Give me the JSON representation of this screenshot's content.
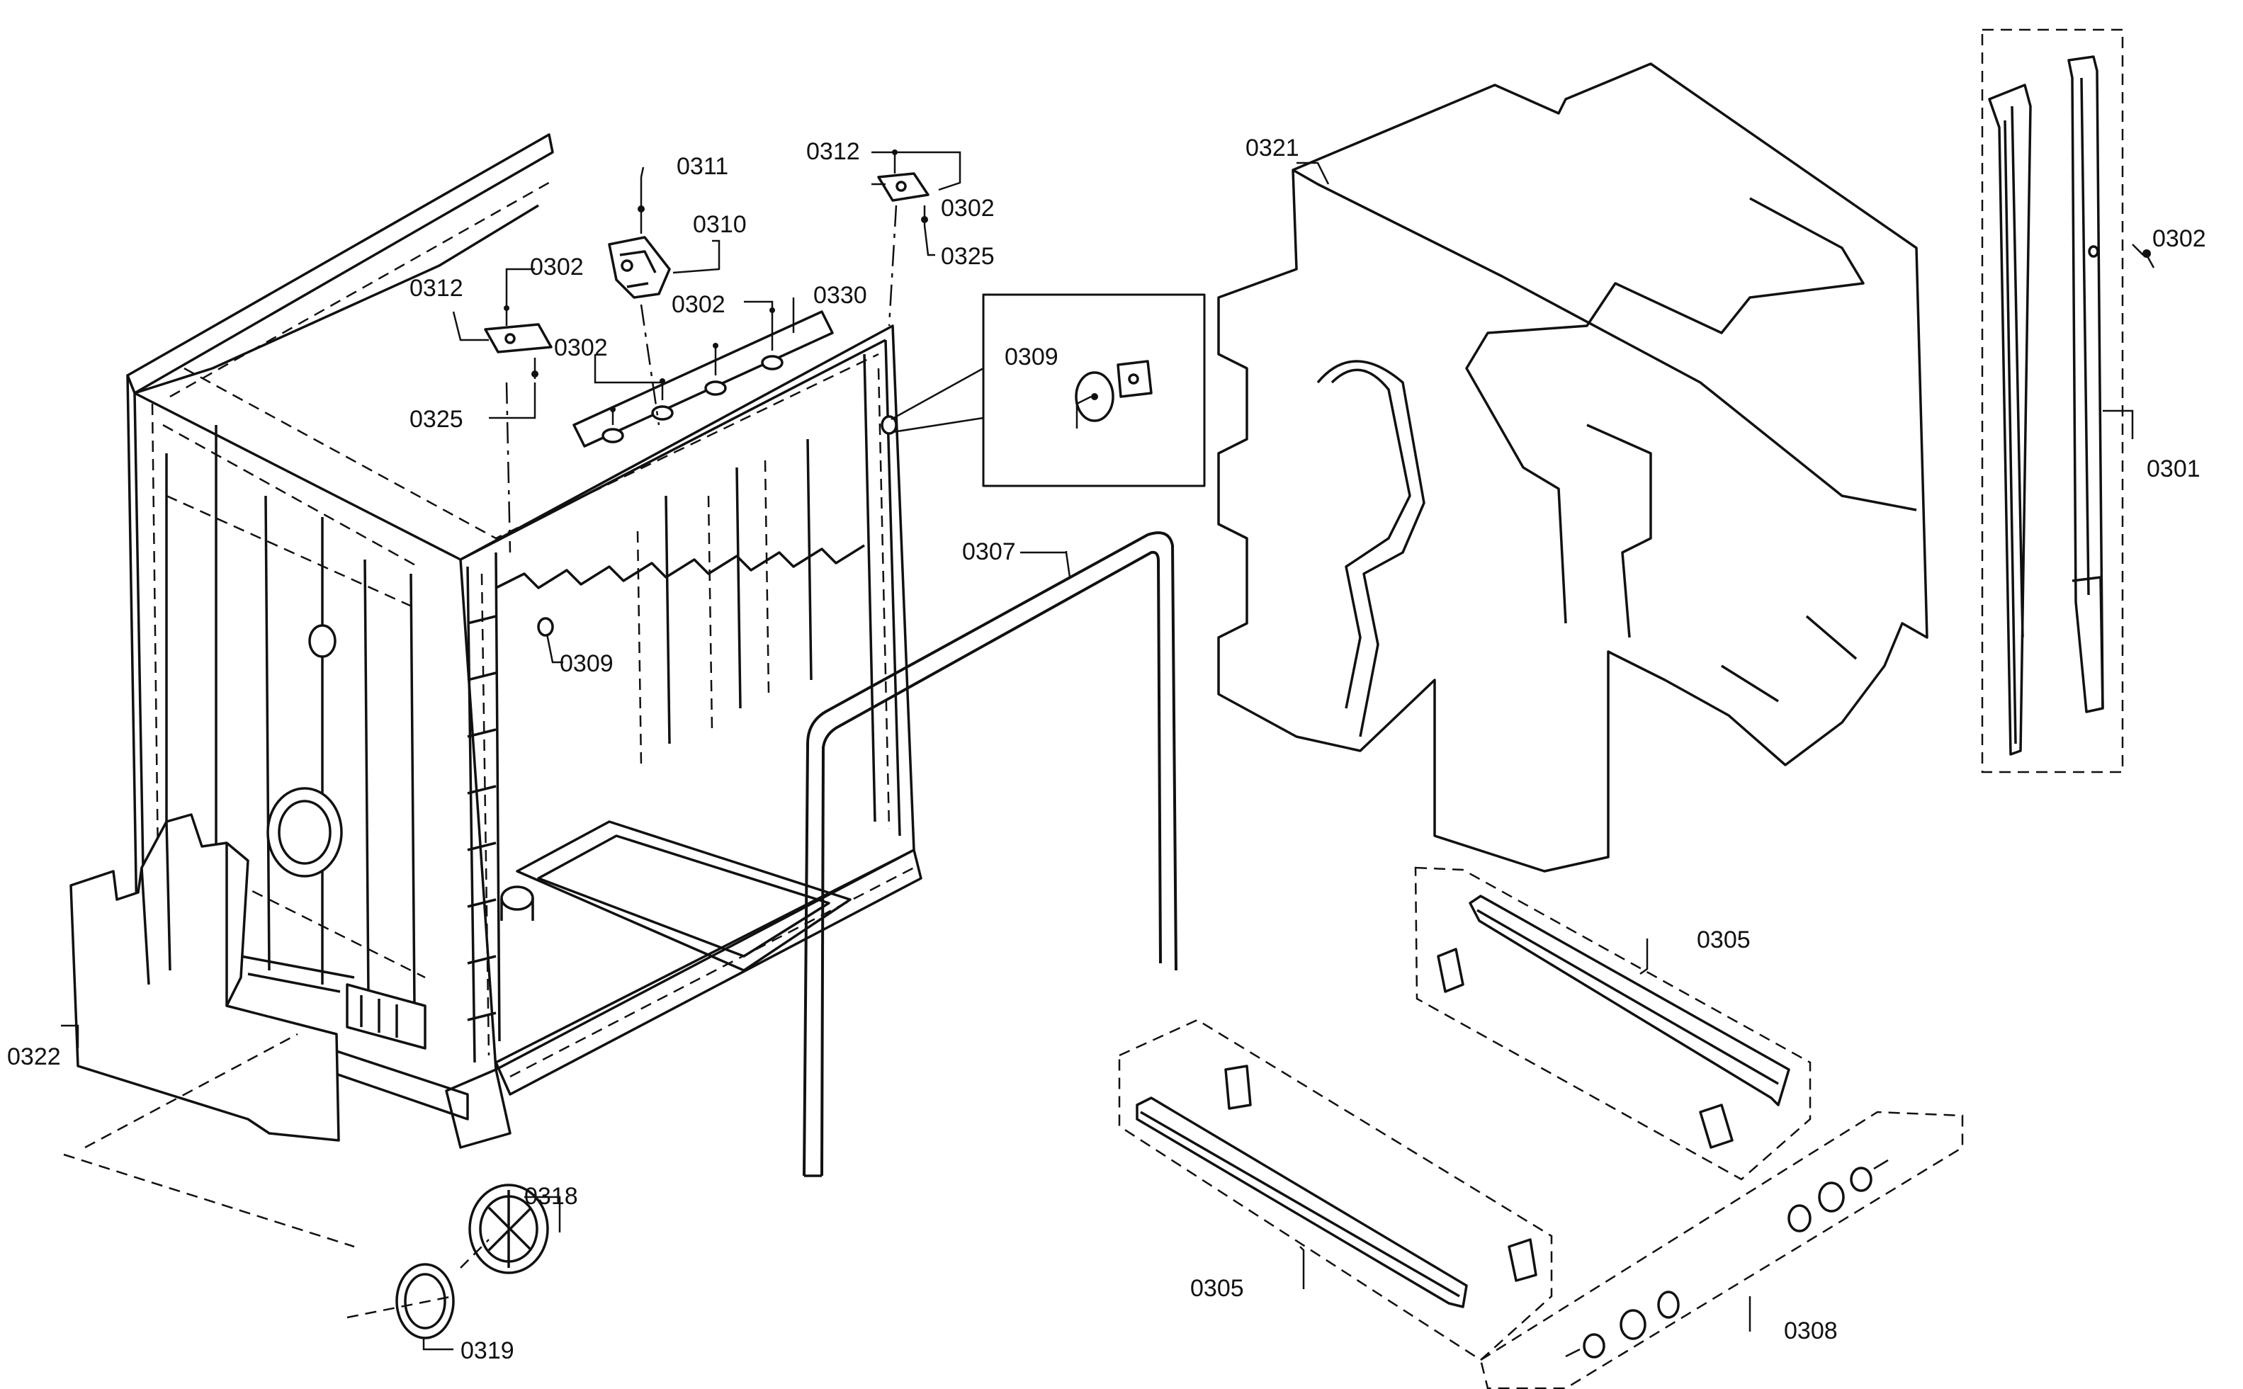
{
  "callouts": {
    "c0301": "0301",
    "c0302_a": "0302",
    "c0302_b": "0302",
    "c0302_c": "0302",
    "c0302_d": "0302",
    "c0302_e": "0302",
    "c0305_a": "0305",
    "c0305_b": "0305",
    "c0307": "0307",
    "c0308": "0308",
    "c0309_a": "0309",
    "c0309_b": "0309",
    "c0310": "0310",
    "c0311": "0311",
    "c0312_a": "0312",
    "c0312_b": "0312",
    "c0318": "0318",
    "c0319": "0319",
    "c0321": "0321",
    "c0322": "0322",
    "c0325_a": "0325",
    "c0325_b": "0325",
    "c0330": "0330"
  },
  "colors": {
    "line": "#111111",
    "background": "#ffffff"
  }
}
